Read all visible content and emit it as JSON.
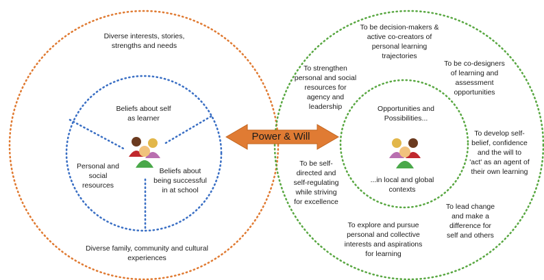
{
  "colors": {
    "left_circle": "#e07b33",
    "inner_circle": "#3a6fc4",
    "right_circle": "#5aa843",
    "arrow_fill": "#e07b33",
    "arrow_stroke": "#c1651f"
  },
  "icons": [
    "people-group-icon",
    "people-group-icon"
  ],
  "arrow": {
    "label": "Power & Will"
  },
  "left": {
    "outer_top": "Diverse interests, stories,\nstrengths and needs",
    "outer_bottom": "Diverse family, community and cultural\nexperiences",
    "inner_top": "Beliefs about self\nas learner",
    "inner_left": "Personal and\nsocial\nresources",
    "inner_right": "Beliefs about\nbeing successful\nin at school"
  },
  "right": {
    "inner_top": "Opportunities and\nPossibilities...",
    "inner_bottom": "...in local and global\ncontexts",
    "outer": [
      "To be decision-makers &\nactive co-creators of\npersonal learning\ntrajectories",
      "To be co-designers\nof learning and\nassessment\nopportunities",
      "To develop self-\nbelief, confidence\nand the will to\n'act' as an agent of\ntheir own learning",
      "To lead change\nand make a\ndifference for\nself and others",
      "To explore and pursue\npersonal and collective\ninterests and aspirations\nfor learning",
      "To be self-\ndirected and\nself-regulating\nwhile striving\nfor excellence",
      "To strengthen\npersonal and social\nresources for\nagency and\nleadership"
    ]
  }
}
